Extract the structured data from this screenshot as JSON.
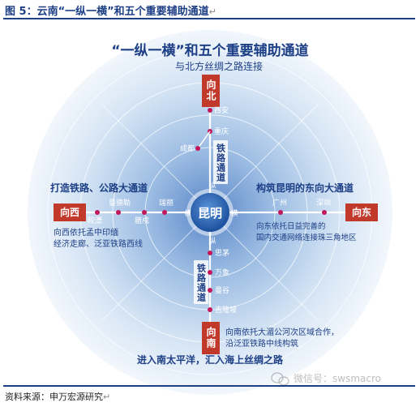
{
  "figure_title": "图 5：云南“一纵一横”和五个重要辅助通道",
  "paragraph_mark": "↵",
  "diagram": {
    "main_title": "“一纵一横”和五个重要辅助通道",
    "subtitle": "与北方丝绸之路连接",
    "center": "昆明",
    "vertical_label": "纵",
    "horizontal_label": "横",
    "directions": {
      "north": "向北",
      "south": "向南",
      "west": "向西",
      "east": "向东"
    },
    "north_cities": [
      "西安",
      "重庆",
      "成都"
    ],
    "north_rail": "铁路通道",
    "south_rail": "铁路通道",
    "south_cities": [
      "思茅",
      "万象",
      "曼谷",
      "吉隆坡"
    ],
    "west_title": "打造铁路、公路大通道",
    "west_cities": [
      "曼德勒",
      "瑞丽",
      "腊戍",
      "皎漂"
    ],
    "west_desc": [
      "向西依托孟中印缅",
      "经济走廊、泛亚铁路西线"
    ],
    "east_title": "构筑昆明的东向大通道",
    "east_cities": [
      "广州",
      "深圳"
    ],
    "east_desc": [
      "向东依托日益完善的",
      "国内交通网络连接珠三角地区"
    ],
    "south_desc": [
      "向南依托大湄公河次区域合作，",
      "沿泛亚铁路中线构筑"
    ],
    "bottom_text": "进入南太平洋，汇入海上丝绸之路",
    "watermark": "微信号：swsmacro"
  },
  "source": "资料来源：申万宏源研究",
  "colors": {
    "brand_blue": "#1d3f86",
    "marker_red": "#c2185b",
    "direction_red": "#c0392b",
    "ring": "#b9cfe8"
  }
}
